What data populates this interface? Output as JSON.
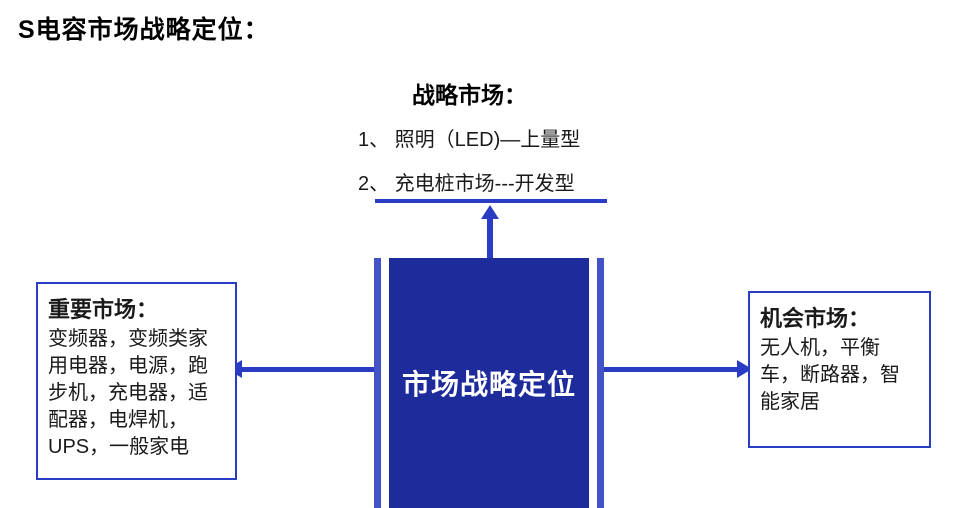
{
  "title": "S电容市场战略定位：",
  "strategic": {
    "heading": "战略市场：",
    "items": [
      "1、 照明（LED)—上量型",
      "2、 充电桩市场---开发型"
    ]
  },
  "center": {
    "label": "市场战略定位"
  },
  "important": {
    "heading": "重要市场：",
    "body": "变频器，变频类家用电器，电源，跑步机，充电器，适配器，电焊机，UPS，一般家电"
  },
  "opportunity": {
    "heading": "机会市场：",
    "body": "无人机，平衡车，断路器，智能家居"
  },
  "colors": {
    "center_box_fill": "#1e2b9b",
    "accent_blue": "#2b3cc4",
    "side_bar_blue": "#4353c6",
    "text": "#000000",
    "center_text": "#ffffff"
  }
}
